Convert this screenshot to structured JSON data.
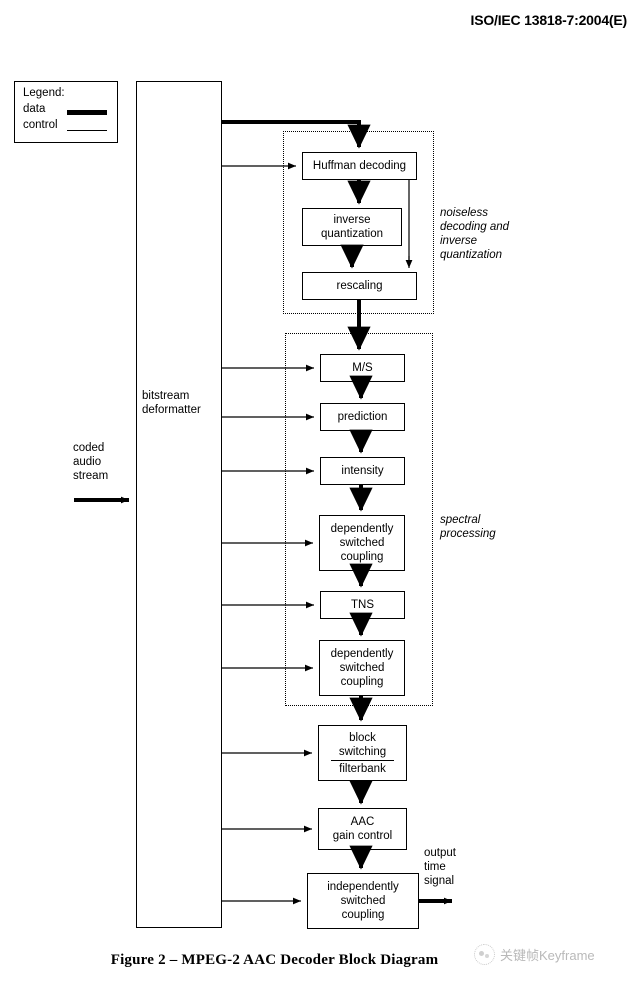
{
  "header": {
    "standard_id": "ISO/IEC 13818-7:2004(E)"
  },
  "legend": {
    "title": "Legend:",
    "data_label": "data",
    "control_label": "control"
  },
  "deformatter": {
    "line1": "bitstream",
    "line2": "deformatter"
  },
  "io": {
    "input_line1": "coded",
    "input_line2": "audio",
    "input_line3": "stream",
    "output_line1": "output",
    "output_line2": "time",
    "output_line3": "signal"
  },
  "groups": [
    {
      "id": "noiseless",
      "label_line1": "noiseless",
      "label_line2": "decoding and",
      "label_line3": "inverse",
      "label_line4": "quantization"
    },
    {
      "id": "spectral",
      "label_line1": "spectral",
      "label_line2": "processing"
    }
  ],
  "blocks": [
    {
      "id": "huffman-decoding",
      "lines": [
        "Huffman decoding"
      ],
      "rule_after": -1
    },
    {
      "id": "inverse-quantization",
      "lines": [
        "inverse",
        "quantization"
      ],
      "rule_after": -1
    },
    {
      "id": "rescaling",
      "lines": [
        "rescaling"
      ],
      "rule_after": -1
    },
    {
      "id": "ms",
      "lines": [
        "M/S"
      ],
      "rule_after": -1
    },
    {
      "id": "prediction",
      "lines": [
        "prediction"
      ],
      "rule_after": -1
    },
    {
      "id": "intensity",
      "lines": [
        "intensity"
      ],
      "rule_after": -1
    },
    {
      "id": "dependently-switched-coupling-1",
      "lines": [
        "dependently",
        "switched",
        "coupling"
      ],
      "rule_after": -1
    },
    {
      "id": "tns",
      "lines": [
        "TNS"
      ],
      "rule_after": -1
    },
    {
      "id": "dependently-switched-coupling-2",
      "lines": [
        "dependently",
        "switched",
        "coupling"
      ],
      "rule_after": -1
    },
    {
      "id": "block-switching-filterbank",
      "lines": [
        "block",
        "switching",
        "filterbank"
      ],
      "rule_after": 1
    },
    {
      "id": "aac-gain-control",
      "lines": [
        "AAC",
        "gain control"
      ],
      "rule_after": -1
    },
    {
      "id": "independently-switched-coupling",
      "lines": [
        "independently",
        "switched",
        "coupling"
      ],
      "rule_after": -1
    }
  ],
  "caption": {
    "text": "Figure 2 – MPEG-2 AAC Decoder Block Diagram"
  },
  "watermark": {
    "text": "关键帧Keyframe"
  },
  "colors": {
    "ink": "#000000",
    "paper": "#ffffff",
    "watermark": "#b9b9b9"
  }
}
